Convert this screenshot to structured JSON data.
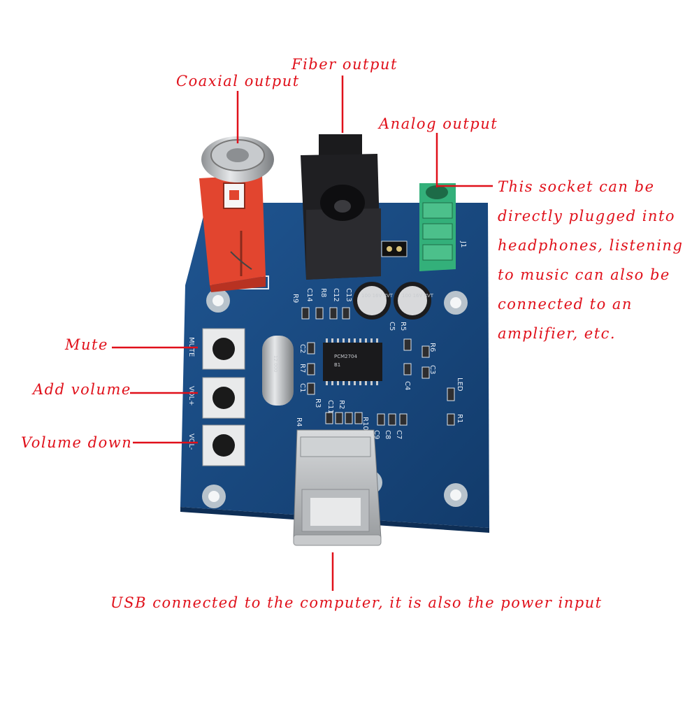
{
  "annotations": {
    "coaxial": "Coaxial output",
    "fiber": "Fiber output",
    "analog": "Analog output",
    "note_lines": [
      "This socket can be",
      "directly plugged into",
      "headphones, listening",
      "to music can also be",
      "connected to an",
      "amplifier, etc."
    ],
    "mute": "Mute",
    "add_volume": "Add volume",
    "volume_down": "Volume down",
    "usb": "USB connected to the computer, it is also the power input"
  },
  "board_labels": {
    "mute": "MUTE",
    "vol_plus": "VOL+",
    "vol_minus": "VOL-",
    "led": "LED",
    "j1": "J1",
    "crystal": "12.000",
    "cap_rating": "100 16V RVT",
    "chip_line1": "PCM2704",
    "chip_line2": "B1",
    "r9": "R9",
    "r8": "R8",
    "c13": "C13",
    "c12": "C12",
    "c14": "C14",
    "c2": "C2",
    "c1": "C1",
    "r7": "R7",
    "r3": "R3",
    "r2": "R2",
    "c11": "C11",
    "r4": "R4",
    "r10": "R10",
    "c5": "C5",
    "r5": "R5",
    "r6": "R6",
    "c3": "C3",
    "c4": "C4",
    "c9": "C9",
    "c8": "C8",
    "c7": "C7",
    "r1": "R1"
  },
  "colors": {
    "annotation": "#e0101a",
    "pcb": "#16457d",
    "rca_body": "#e2452f",
    "jack": "#33b07a"
  }
}
